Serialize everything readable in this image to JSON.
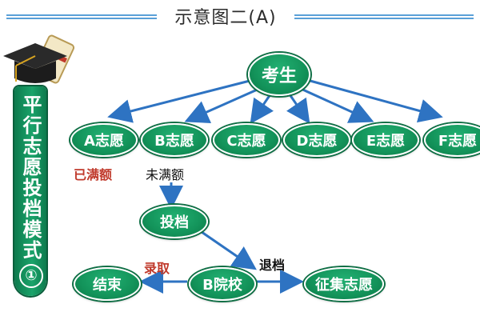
{
  "header": {
    "title": "示意图二(A)"
  },
  "side_band": {
    "title": "平行志愿投档模式",
    "number": "①"
  },
  "root": {
    "label": "考生"
  },
  "options": [
    {
      "label": "A志愿"
    },
    {
      "label": "B志愿"
    },
    {
      "label": "C志愿"
    },
    {
      "label": "D志愿"
    },
    {
      "label": "E志愿"
    },
    {
      "label": "F志愿"
    }
  ],
  "status": {
    "full": "已满额",
    "not_full": "未满额"
  },
  "flow": {
    "submit": "投档",
    "school": "B院校",
    "end": "结束",
    "recruit": "征集志愿",
    "admit_label": "录取",
    "return_label": "退档"
  },
  "colors": {
    "node_green": "#13935a",
    "arrow_blue": "#2e73c2",
    "highlight_red": "#c0392b"
  }
}
